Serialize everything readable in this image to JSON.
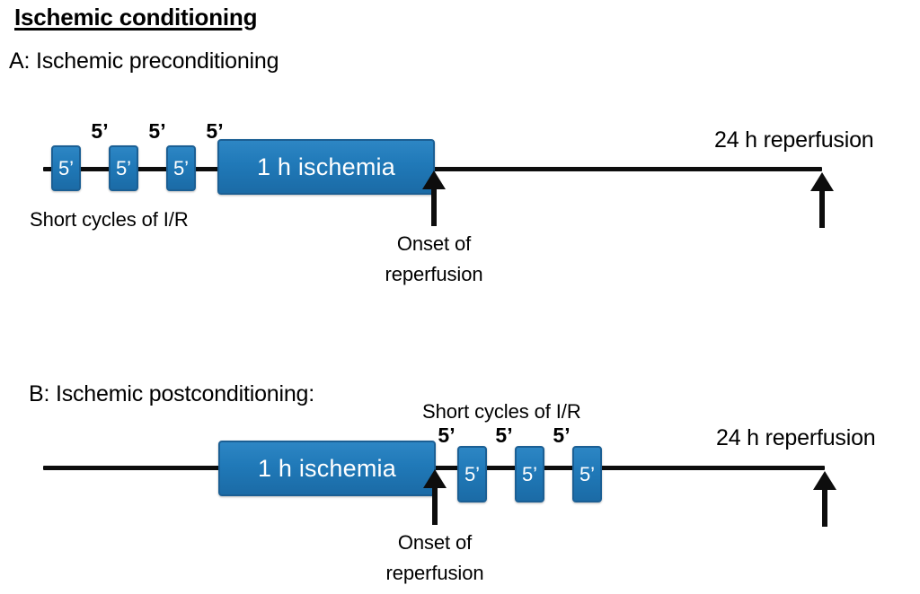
{
  "document": {
    "title": "Ischemic conditioning"
  },
  "panels": [
    {
      "id": "A",
      "title": "A: Ischemic preconditioning",
      "cycles_caption": "Short cycles of I/R",
      "cycle_boxes": [
        {
          "label": "5’"
        },
        {
          "label": "5’"
        },
        {
          "label": "5’"
        }
      ],
      "gap_labels": [
        {
          "label": "5’"
        },
        {
          "label": "5’"
        },
        {
          "label": "5’"
        }
      ],
      "ischemia_box": {
        "label": "1 h ischemia"
      },
      "onset_marker": {
        "line1": "Onset of",
        "line2": "reperfusion"
      },
      "reperfusion_label": "24 h reperfusion"
    },
    {
      "id": "B",
      "title": "B: Ischemic postconditioning:",
      "cycles_caption": "Short cycles of I/R",
      "cycle_boxes": [
        {
          "label": "5’"
        },
        {
          "label": "5’"
        },
        {
          "label": "5’"
        }
      ],
      "gap_labels": [
        {
          "label": "5’"
        },
        {
          "label": "5’"
        },
        {
          "label": "5’"
        }
      ],
      "ischemia_box": {
        "label": "1 h ischemia"
      },
      "onset_marker": {
        "line1": "Onset of",
        "line2": "reperfusion"
      },
      "reperfusion_label": "24 h reperfusion"
    }
  ],
  "colors": {
    "box_fill": "#2079b8",
    "box_border": "#1b5f94",
    "line": "#0d0d0d",
    "text": "#000000",
    "box_text": "#ffffff",
    "background": "#ffffff"
  }
}
